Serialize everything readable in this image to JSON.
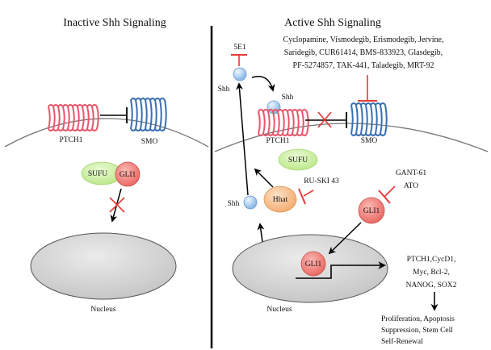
{
  "panels": {
    "inactive": {
      "title": "Inactive Shh Signaling",
      "ptch1": "PTCH1",
      "smo": "SMO",
      "sufu": "SUFU",
      "gli1": "GLI1",
      "nucleus": "Nucleus"
    },
    "active": {
      "title": "Active Shh Signaling",
      "antibody": "5E1",
      "shh": "Shh",
      "ptch1": "PTCH1",
      "smo": "SMO",
      "sufu": "SUFU",
      "hhat": "Hhat",
      "gli1": "GLI1",
      "nucleus": "Nucleus",
      "hhat_inhibitor": "RU-SKI 43",
      "gli_inhibitors": [
        "GANT-61",
        "ATO"
      ],
      "smo_inhibitors": [
        "Cyclopamine, Vismodegib, Erismodegib, Jervine,",
        "Saridegib, CUR61414, BMS-833923, Glasdegib,",
        "PF-5274857, TAK-441, Taladegib, MRT-92"
      ],
      "target_genes": [
        "PTCH1,CycD1,",
        "Myc, Bcl-2,",
        "NANOG, SOX2"
      ],
      "outcomes": [
        "Proliferation, Apoptosis",
        "Suppression, Stem Cell",
        "Self-Renewal"
      ]
    }
  },
  "colors": {
    "ptch1": "#e8566a",
    "smo": "#3a6fb0",
    "sufu": "#c9ee9a",
    "gli1": "#f1827e",
    "hhat": "#f8bd8b",
    "shh": "#9ec3ee",
    "nucleus": "#d9d9d9",
    "inhibitor": "#e53935",
    "arrow": "#000000"
  }
}
